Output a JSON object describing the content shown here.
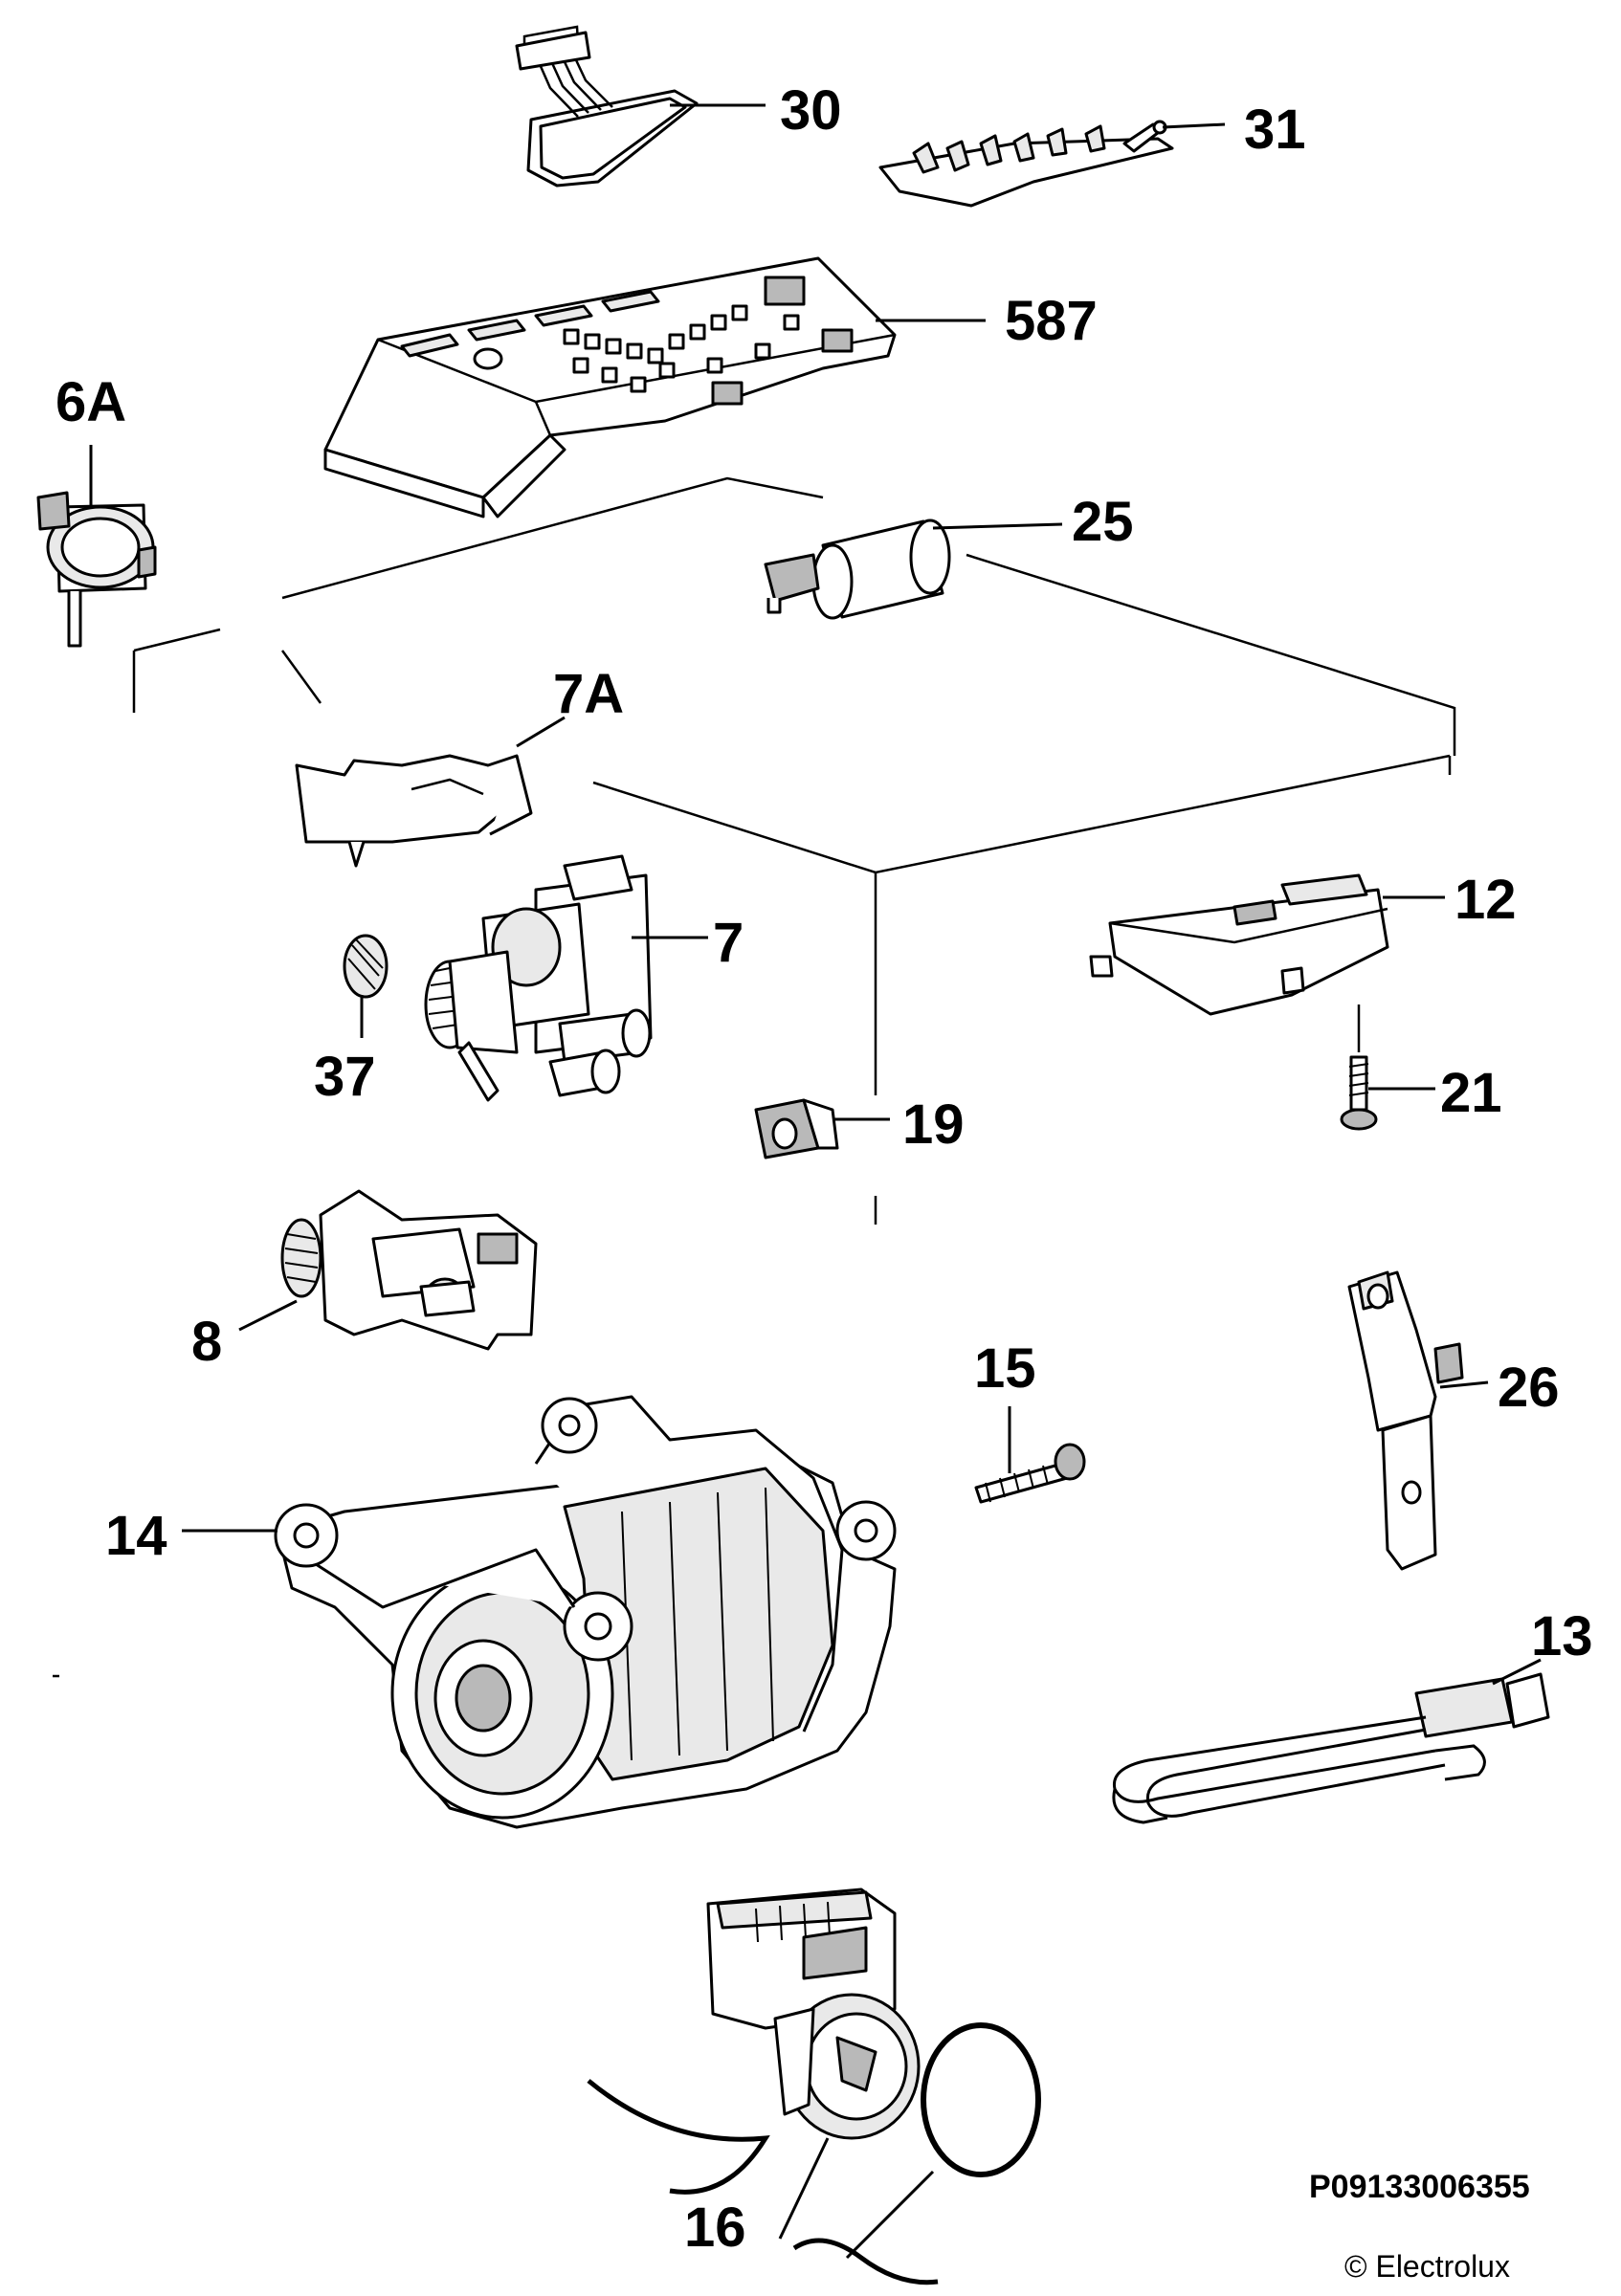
{
  "labels": {
    "p30": "30",
    "p31": "31",
    "p587": "587",
    "p6a": "6A",
    "p25": "25",
    "p7a": "7A",
    "p7": "7",
    "p12": "12",
    "p37": "37",
    "p21": "21",
    "p19": "19",
    "p8": "8",
    "p15": "15",
    "p26": "26",
    "p14": "14",
    "p13": "13",
    "p16": "16"
  },
  "footer": {
    "code": "P09133006355",
    "copyright": "© Electrolux"
  }
}
